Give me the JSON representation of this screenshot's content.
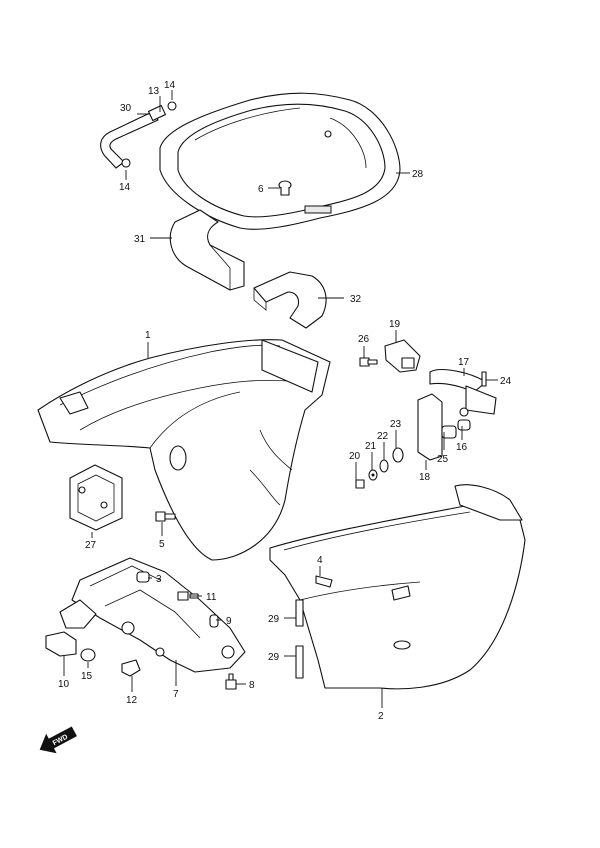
{
  "callouts": [
    {
      "id": "c30",
      "label": "30"
    },
    {
      "id": "c13",
      "label": "13"
    },
    {
      "id": "c14a",
      "label": "14"
    },
    {
      "id": "c14b",
      "label": "14"
    },
    {
      "id": "c28",
      "label": "28"
    },
    {
      "id": "c6",
      "label": "6"
    },
    {
      "id": "c31",
      "label": "31"
    },
    {
      "id": "c32",
      "label": "32"
    },
    {
      "id": "c1",
      "label": "1"
    },
    {
      "id": "c26",
      "label": "26"
    },
    {
      "id": "c19",
      "label": "19"
    },
    {
      "id": "c17",
      "label": "17"
    },
    {
      "id": "c24",
      "label": "24"
    },
    {
      "id": "c23",
      "label": "23"
    },
    {
      "id": "c22",
      "label": "22"
    },
    {
      "id": "c21",
      "label": "21"
    },
    {
      "id": "c20",
      "label": "20"
    },
    {
      "id": "c18",
      "label": "18"
    },
    {
      "id": "c25",
      "label": "25"
    },
    {
      "id": "c16",
      "label": "16"
    },
    {
      "id": "c27",
      "label": "27"
    },
    {
      "id": "c5",
      "label": "5"
    },
    {
      "id": "c4",
      "label": "4"
    },
    {
      "id": "c3",
      "label": "3"
    },
    {
      "id": "c11",
      "label": "11"
    },
    {
      "id": "c9",
      "label": "9"
    },
    {
      "id": "c29a",
      "label": "29"
    },
    {
      "id": "c29b",
      "label": "29"
    },
    {
      "id": "c10",
      "label": "10"
    },
    {
      "id": "c15",
      "label": "15"
    },
    {
      "id": "c12",
      "label": "12"
    },
    {
      "id": "c7",
      "label": "7"
    },
    {
      "id": "c8",
      "label": "8"
    },
    {
      "id": "c2",
      "label": "2"
    }
  ],
  "direction_arrow": {
    "label": "FWD"
  }
}
